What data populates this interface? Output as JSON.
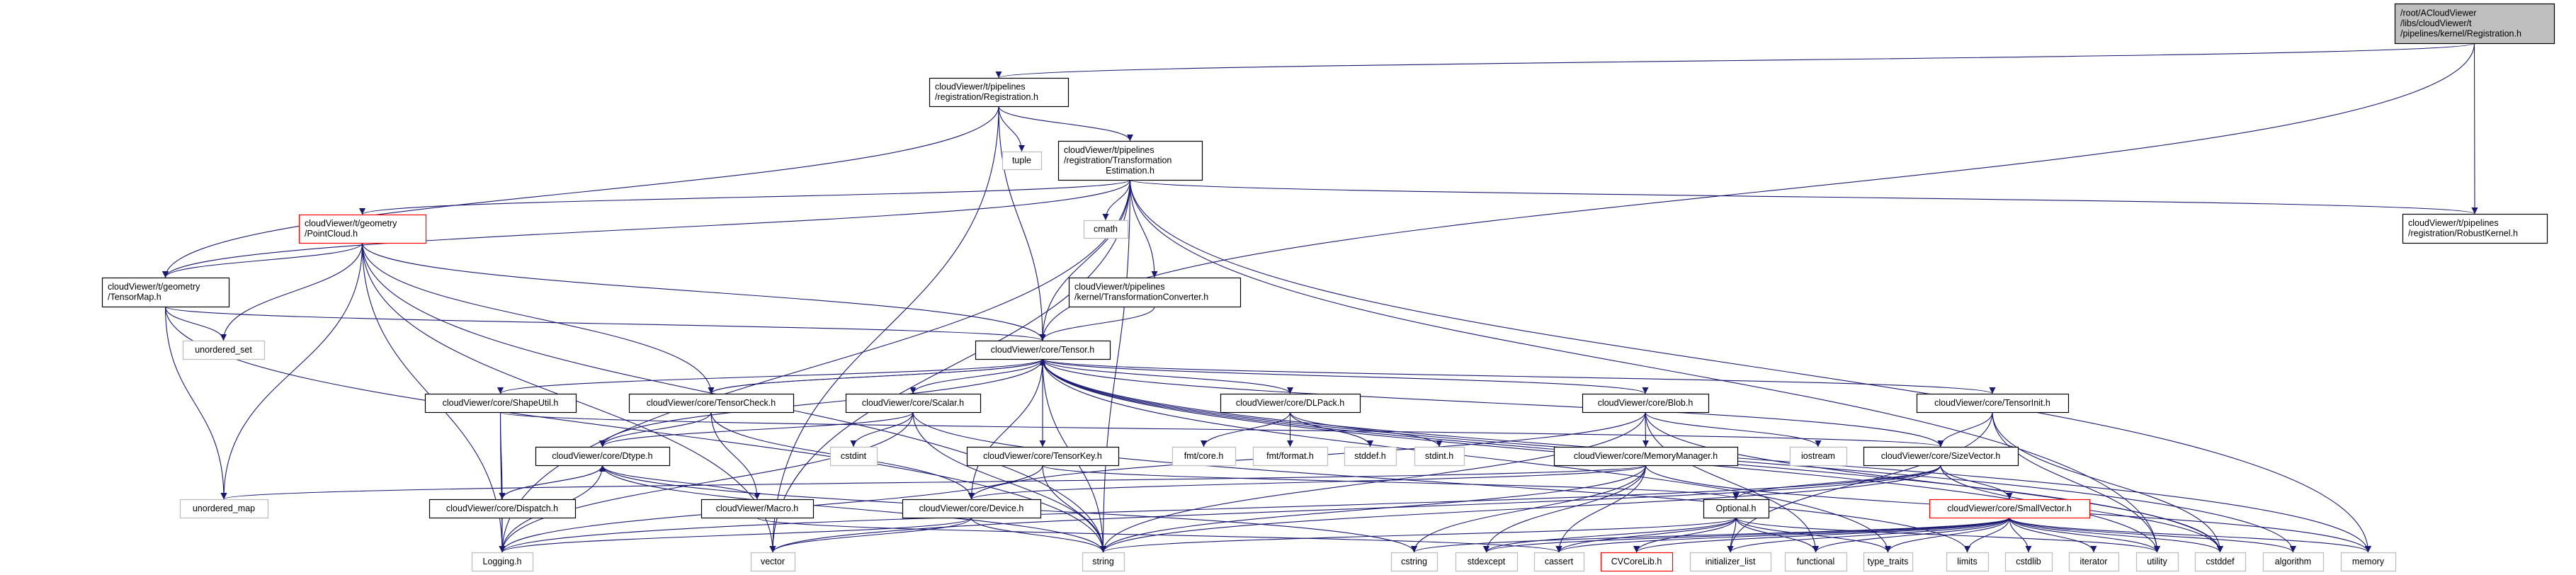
{
  "graph": {
    "edge_color": "#191970",
    "node_styles": {
      "current": {
        "fill": "#bfbfbf",
        "stroke": "#000000"
      },
      "documented": {
        "fill": "#ffffff",
        "stroke": "#000000"
      },
      "truncated": {
        "fill": "#ffffff",
        "stroke": "#ff0000"
      },
      "external": {
        "fill": "#ffffff",
        "stroke": "#bfbfbf"
      }
    },
    "nodes": [
      {
        "id": "root",
        "style": "current",
        "lines": [
          "/root/ACloudViewer",
          "/libs/cloudViewer/t",
          "/pipelines/kernel/Registration.h"
        ]
      },
      {
        "id": "registration",
        "style": "documented",
        "lines": [
          "cloudViewer/t/pipelines",
          "/registration/Registration.h"
        ]
      },
      {
        "id": "robustkernel",
        "style": "documented",
        "lines": [
          "cloudViewer/t/pipelines",
          "/registration/RobustKernel.h"
        ]
      },
      {
        "id": "tuple",
        "style": "external",
        "lines": [
          "tuple"
        ]
      },
      {
        "id": "transest",
        "style": "documented",
        "lines": [
          "cloudViewer/t/pipelines",
          "/registration/Transformation",
          "Estimation.h"
        ]
      },
      {
        "id": "pointcloud",
        "style": "truncated",
        "lines": [
          "cloudViewer/t/geometry",
          "/PointCloud.h"
        ]
      },
      {
        "id": "cmath",
        "style": "external",
        "lines": [
          "cmath"
        ]
      },
      {
        "id": "tensormap",
        "style": "documented",
        "lines": [
          "cloudViewer/t/geometry",
          "/TensorMap.h"
        ]
      },
      {
        "id": "transconv",
        "style": "documented",
        "lines": [
          "cloudViewer/t/pipelines",
          "/kernel/TransformationConverter.h"
        ]
      },
      {
        "id": "unordered_set",
        "style": "external",
        "lines": [
          "unordered_set"
        ]
      },
      {
        "id": "tensor",
        "style": "documented",
        "lines": [
          "cloudViewer/core/Tensor.h"
        ]
      },
      {
        "id": "shapeutil",
        "style": "documented",
        "lines": [
          "cloudViewer/core/ShapeUtil.h"
        ]
      },
      {
        "id": "tensorcheck",
        "style": "documented",
        "lines": [
          "cloudViewer/core/TensorCheck.h"
        ]
      },
      {
        "id": "scalar",
        "style": "documented",
        "lines": [
          "cloudViewer/core/Scalar.h"
        ]
      },
      {
        "id": "dlpack",
        "style": "documented",
        "lines": [
          "cloudViewer/core/DLPack.h"
        ]
      },
      {
        "id": "blob",
        "style": "documented",
        "lines": [
          "cloudViewer/core/Blob.h"
        ]
      },
      {
        "id": "tensorinit",
        "style": "documented",
        "lines": [
          "cloudViewer/core/TensorInit.h"
        ]
      },
      {
        "id": "dtype",
        "style": "documented",
        "lines": [
          "cloudViewer/core/Dtype.h"
        ]
      },
      {
        "id": "cstdint",
        "style": "external",
        "lines": [
          "cstdint"
        ]
      },
      {
        "id": "tensorkey",
        "style": "documented",
        "lines": [
          "cloudViewer/core/TensorKey.h"
        ]
      },
      {
        "id": "fmtcore",
        "style": "external",
        "lines": [
          "fmt/core.h"
        ]
      },
      {
        "id": "fmtformat",
        "style": "external",
        "lines": [
          "fmt/format.h"
        ]
      },
      {
        "id": "stddefh",
        "style": "external",
        "lines": [
          "stddef.h"
        ]
      },
      {
        "id": "stdinth",
        "style": "external",
        "lines": [
          "stdint.h"
        ]
      },
      {
        "id": "memorymanager",
        "style": "documented",
        "lines": [
          "cloudViewer/core/MemoryManager.h"
        ]
      },
      {
        "id": "iostream",
        "style": "external",
        "lines": [
          "iostream"
        ]
      },
      {
        "id": "sizevector",
        "style": "documented",
        "lines": [
          "cloudViewer/core/SizeVector.h"
        ]
      },
      {
        "id": "unordered_map",
        "style": "external",
        "lines": [
          "unordered_map"
        ]
      },
      {
        "id": "dispatch",
        "style": "documented",
        "lines": [
          "cloudViewer/core/Dispatch.h"
        ]
      },
      {
        "id": "macro",
        "style": "documented",
        "lines": [
          "cloudViewer/Macro.h"
        ]
      },
      {
        "id": "device",
        "style": "documented",
        "lines": [
          "cloudViewer/core/Device.h"
        ]
      },
      {
        "id": "optional",
        "style": "documented",
        "lines": [
          "Optional.h"
        ]
      },
      {
        "id": "smallvector",
        "style": "truncated",
        "lines": [
          "cloudViewer/core/SmallVector.h"
        ]
      },
      {
        "id": "logging",
        "style": "external",
        "lines": [
          "Logging.h"
        ]
      },
      {
        "id": "vector",
        "style": "external",
        "lines": [
          "vector"
        ]
      },
      {
        "id": "string",
        "style": "external",
        "lines": [
          "string"
        ]
      },
      {
        "id": "cstring",
        "style": "external",
        "lines": [
          "cstring"
        ]
      },
      {
        "id": "stdexcept",
        "style": "external",
        "lines": [
          "stdexcept"
        ]
      },
      {
        "id": "cassert",
        "style": "external",
        "lines": [
          "cassert"
        ]
      },
      {
        "id": "cvcorelib",
        "style": "truncated",
        "lines": [
          "CVCoreLib.h"
        ]
      },
      {
        "id": "initializer_list",
        "style": "external",
        "lines": [
          "initializer_list"
        ]
      },
      {
        "id": "functional",
        "style": "external",
        "lines": [
          "functional"
        ]
      },
      {
        "id": "type_traits",
        "style": "external",
        "lines": [
          "type_traits"
        ]
      },
      {
        "id": "limits",
        "style": "external",
        "lines": [
          "limits"
        ]
      },
      {
        "id": "cstdlib",
        "style": "external",
        "lines": [
          "cstdlib"
        ]
      },
      {
        "id": "iterator",
        "style": "external",
        "lines": [
          "iterator"
        ]
      },
      {
        "id": "utility",
        "style": "external",
        "lines": [
          "utility"
        ]
      },
      {
        "id": "cstddef",
        "style": "external",
        "lines": [
          "cstddef"
        ]
      },
      {
        "id": "algorithm",
        "style": "external",
        "lines": [
          "algorithm"
        ]
      },
      {
        "id": "memory",
        "style": "external",
        "lines": [
          "memory"
        ]
      }
    ],
    "edges": [
      [
        "root",
        "registration"
      ],
      [
        "root",
        "robustkernel"
      ],
      [
        "root",
        "tensor"
      ],
      [
        "registration",
        "tuple"
      ],
      [
        "registration",
        "transest"
      ],
      [
        "registration",
        "tensor"
      ],
      [
        "registration",
        "tensormap"
      ],
      [
        "registration",
        "vector"
      ],
      [
        "transest",
        "pointcloud"
      ],
      [
        "transest",
        "cmath"
      ],
      [
        "transest",
        "transconv"
      ],
      [
        "transest",
        "tensor"
      ],
      [
        "transest",
        "robustkernel"
      ],
      [
        "transest",
        "tensormap"
      ],
      [
        "transest",
        "memory"
      ],
      [
        "transest",
        "utility"
      ],
      [
        "transest",
        "vector"
      ],
      [
        "transest",
        "logging"
      ],
      [
        "transest",
        "string"
      ],
      [
        "pointcloud",
        "tensormap"
      ],
      [
        "pointcloud",
        "tensor"
      ],
      [
        "pointcloud",
        "tensorcheck"
      ],
      [
        "pointcloud",
        "unordered_set"
      ],
      [
        "pointcloud",
        "unordered_map"
      ],
      [
        "pointcloud",
        "logging"
      ],
      [
        "pointcloud",
        "string"
      ],
      [
        "pointcloud",
        "vector"
      ],
      [
        "tensormap",
        "tensor"
      ],
      [
        "tensormap",
        "unordered_set"
      ],
      [
        "tensormap",
        "unordered_map"
      ],
      [
        "tensormap",
        "string"
      ],
      [
        "transconv",
        "tensor"
      ],
      [
        "tensor",
        "shapeutil"
      ],
      [
        "tensor",
        "tensorcheck"
      ],
      [
        "tensor",
        "dtype"
      ],
      [
        "tensor",
        "scalar"
      ],
      [
        "tensor",
        "device"
      ],
      [
        "tensor",
        "tensorkey"
      ],
      [
        "tensor",
        "dlpack"
      ],
      [
        "tensor",
        "blob"
      ],
      [
        "tensor",
        "tensorinit"
      ],
      [
        "tensor",
        "sizevector"
      ],
      [
        "tensor",
        "string"
      ],
      [
        "tensor",
        "cstddef"
      ],
      [
        "tensor",
        "algorithm"
      ],
      [
        "tensor",
        "memory"
      ],
      [
        "tensor",
        "type_traits"
      ],
      [
        "tensor",
        "utility"
      ],
      [
        "shapeutil",
        "sizevector"
      ],
      [
        "shapeutil",
        "dispatch"
      ],
      [
        "shapeutil",
        "logging"
      ],
      [
        "tensorcheck",
        "tensor"
      ],
      [
        "tensorcheck",
        "dtype"
      ],
      [
        "tensorcheck",
        "device"
      ],
      [
        "tensorcheck",
        "macro"
      ],
      [
        "dtype",
        "dispatch"
      ],
      [
        "dtype",
        "logging"
      ],
      [
        "dtype",
        "macro"
      ],
      [
        "dtype",
        "string"
      ],
      [
        "dtype",
        "cstring"
      ],
      [
        "dispatch",
        "dtype"
      ],
      [
        "dispatch",
        "logging"
      ],
      [
        "scalar",
        "dtype"
      ],
      [
        "scalar",
        "cstdint"
      ],
      [
        "scalar",
        "string"
      ],
      [
        "scalar",
        "logging"
      ],
      [
        "scalar",
        "limits"
      ],
      [
        "tensorkey",
        "optional"
      ],
      [
        "tensorkey",
        "logging"
      ],
      [
        "tensorkey",
        "string"
      ],
      [
        "dlpack",
        "fmtcore"
      ],
      [
        "dlpack",
        "fmtformat"
      ],
      [
        "dlpack",
        "stddefh"
      ],
      [
        "dlpack",
        "stdinth"
      ],
      [
        "blob",
        "memorymanager"
      ],
      [
        "blob",
        "device"
      ],
      [
        "blob",
        "string"
      ],
      [
        "blob",
        "iostream"
      ],
      [
        "blob",
        "functional"
      ],
      [
        "blob",
        "cstddef"
      ],
      [
        "memorymanager",
        "device"
      ],
      [
        "memorymanager",
        "string"
      ],
      [
        "memorymanager",
        "cstring"
      ],
      [
        "memorymanager",
        "stdexcept"
      ],
      [
        "memorymanager",
        "unordered_map"
      ],
      [
        "memorymanager",
        "memory"
      ],
      [
        "memorymanager",
        "cassert"
      ],
      [
        "device",
        "string"
      ],
      [
        "device",
        "logging"
      ],
      [
        "device",
        "vector"
      ],
      [
        "macro",
        "cassert"
      ],
      [
        "optional",
        "cvcorelib"
      ],
      [
        "optional",
        "initializer_list"
      ],
      [
        "optional",
        "functional"
      ],
      [
        "optional",
        "type_traits"
      ],
      [
        "optional",
        "stdexcept"
      ],
      [
        "optional",
        "cassert"
      ],
      [
        "optional",
        "string"
      ],
      [
        "optional",
        "utility"
      ],
      [
        "tensorinit",
        "sizevector"
      ],
      [
        "tensorinit",
        "utility"
      ],
      [
        "tensorinit",
        "initializer_list"
      ],
      [
        "tensorinit",
        "cstddef"
      ],
      [
        "sizevector",
        "smallvector"
      ],
      [
        "sizevector",
        "optional"
      ],
      [
        "sizevector",
        "string"
      ],
      [
        "sizevector",
        "cstddef"
      ],
      [
        "sizevector",
        "logging"
      ],
      [
        "sizevector",
        "vector"
      ],
      [
        "smallvector",
        "algorithm"
      ],
      [
        "smallvector",
        "cassert"
      ],
      [
        "smallvector",
        "cstddef"
      ],
      [
        "smallvector",
        "cstdlib"
      ],
      [
        "smallvector",
        "cstring"
      ],
      [
        "smallvector",
        "initializer_list"
      ],
      [
        "smallvector",
        "iterator"
      ],
      [
        "smallvector",
        "limits"
      ],
      [
        "smallvector",
        "memory"
      ],
      [
        "smallvector",
        "stdexcept"
      ],
      [
        "smallvector",
        "type_traits"
      ],
      [
        "smallvector",
        "utility"
      ],
      [
        "smallvector",
        "cvcorelib"
      ],
      [
        "smallvector",
        "functional"
      ]
    ]
  }
}
